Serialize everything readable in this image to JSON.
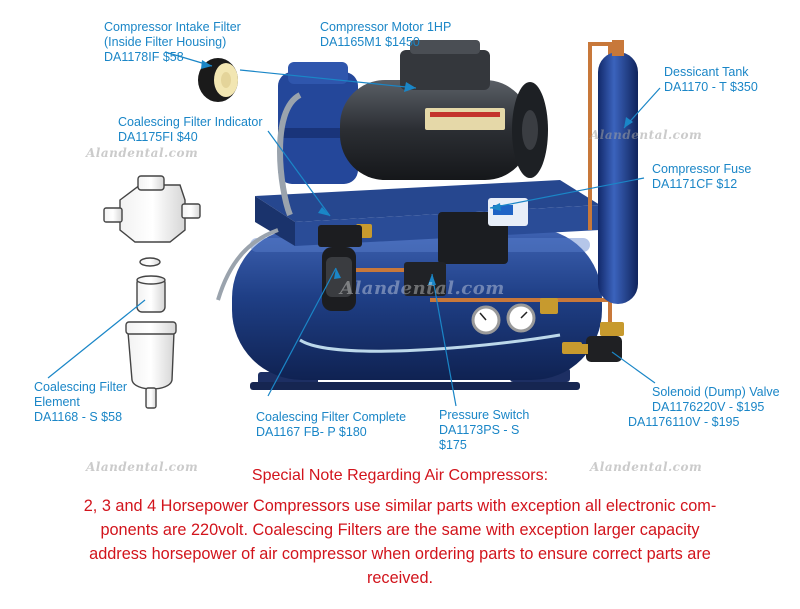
{
  "colors": {
    "label_blue": "#1a86c7",
    "note_red": "#d2141c",
    "compressor_blue": "#1f3f86",
    "motor_dark": "#2b2e33",
    "copper": "#c8783a"
  },
  "labels": {
    "intake_filter": [
      "Compressor Intake Filter",
      "(Inside Filter Housing)",
      "DA1178IF $58"
    ],
    "motor": [
      "Compressor Motor 1HP",
      "DA1165M1 $1450"
    ],
    "coalescing_indicator": [
      "Coalescing Filter Indicator",
      "DA1175FI $40"
    ],
    "dessicant_tank": [
      "Dessicant Tank",
      "DA1170 - T $350"
    ],
    "compressor_fuse": [
      "Compressor Fuse",
      "DA1171CF $12"
    ],
    "coalescing_element": [
      "Coalescing Filter",
      "Element",
      "DA1168 - S $58"
    ],
    "coalescing_complete": [
      "Coalescing Filter Complete",
      "DA1167 FB- P $180"
    ],
    "pressure_switch": [
      "Pressure Switch",
      "DA1173PS - S",
      "$175"
    ],
    "solenoid_valve": [
      "Solenoid (Dump) Valve",
      "DA1176220V - $195",
      "DA1176110V - $195"
    ]
  },
  "watermark": "Alandental.com",
  "note": {
    "title": "Special Note Regarding Air Compressors:",
    "lines": [
      "2, 3 and 4 Horsepower Compressors use similar parts with exception all electronic com-",
      "ponents are 220volt.  Coalescing Filters are the same with exception larger capacity",
      "address horsepower of air  compressor when ordering parts to ensure correct parts are",
      "received."
    ]
  }
}
